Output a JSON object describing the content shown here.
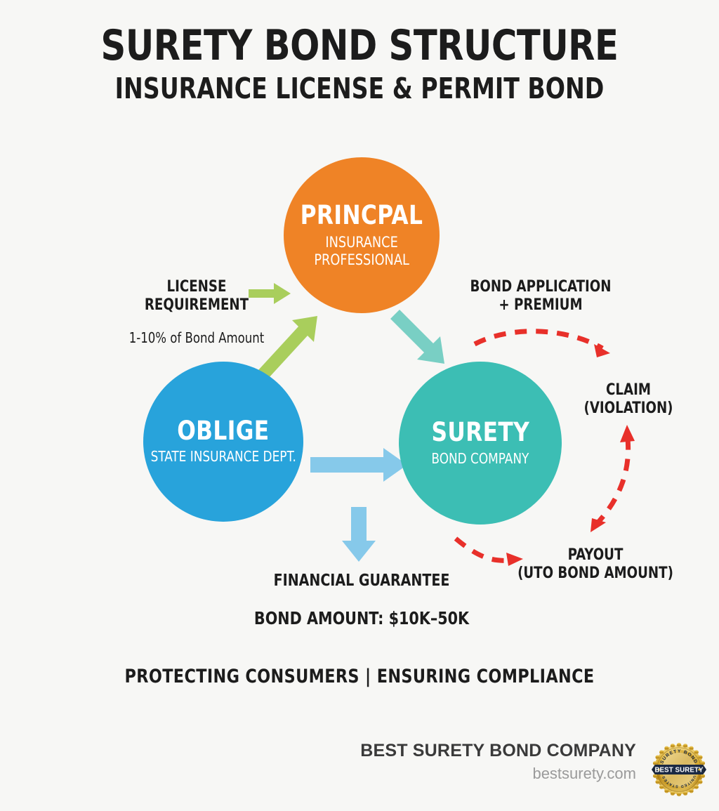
{
  "header": {
    "title": "SURETY BOND STRUCTURE",
    "subtitle": "INSURANCE LICENSE & PERMIT BOND"
  },
  "nodes": [
    {
      "id": "principal",
      "title": "PRINCPAL",
      "subtitle_line1": "INSURANCE",
      "subtitle_line2": "PROFESSIONAL",
      "color": "#ef8326"
    },
    {
      "id": "obligee",
      "title": "OBLIGE",
      "subtitle_line1": "STATE INSURANCE DEPT.",
      "color": "#28a3db"
    },
    {
      "id": "surety",
      "title": "SURETY",
      "subtitle_line1": "BOND COMPANY",
      "color": "#3cbeb4"
    }
  ],
  "flows": {
    "license_line1": "LICENSE",
    "license_line2": "REQUIREMENT",
    "license_note": "1-10% of Bond Amount",
    "bond_application_line1": "BOND APPLICATION",
    "bond_application_line2": "+ PREMIUM",
    "claim_line1": "CLAIM",
    "claim_line2": "(VIOLATION)",
    "payout_line1": "PAYOUT",
    "payout_line2": "(UTO BOND AMOUNT)",
    "guarantee": "FINANCIAL GUARANTEE",
    "bond_amount": "BOND AMOUNT: $10K–50K",
    "tagline": "PROTECTING CONSUMERS | ENSURING COMPLIANCE"
  },
  "arrow_colors": {
    "green": "#a9ce5c",
    "teal_light": "#79cfc4",
    "blue_light": "#86c9ea",
    "red_dashed": "#e8302a"
  },
  "footer": {
    "company": "BEST SURETY BOND COMPANY",
    "website": "bestsurety.com",
    "badge": {
      "center_text": "BEST SURETY",
      "top_arc_text": "SURETY BOND",
      "bottom_arc_text": "UNITED STATES",
      "gold": "#d6a821",
      "navy": "#1b2a44"
    }
  },
  "background_color": "#f7f7f5"
}
